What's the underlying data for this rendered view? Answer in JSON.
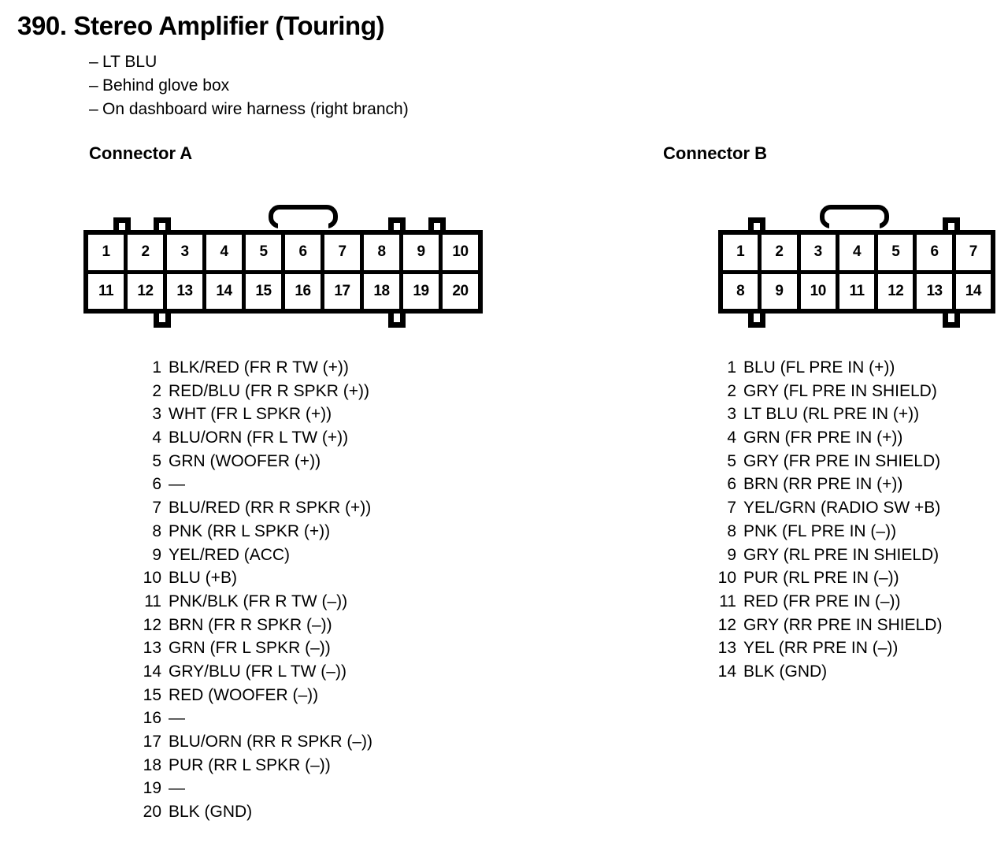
{
  "page": {
    "title": "390. Stereo Amplifier (Touring)",
    "notes": [
      "LT BLU",
      "Behind glove box",
      "On dashboard wire harness (right branch)"
    ],
    "dash": "–",
    "empty_pin_marker": "—"
  },
  "connector_a": {
    "heading": "Connector A",
    "pin_count": 20,
    "columns": 10,
    "rows": 2,
    "grid": [
      [
        "1",
        "2",
        "3",
        "4",
        "5",
        "6",
        "7",
        "8",
        "9",
        "10"
      ],
      [
        "11",
        "12",
        "13",
        "14",
        "15",
        "16",
        "17",
        "18",
        "19",
        "20"
      ]
    ],
    "pins": [
      {
        "number": "1",
        "desc": "BLK/RED (FR R TW (+))"
      },
      {
        "number": "2",
        "desc": "RED/BLU (FR R SPKR (+))"
      },
      {
        "number": "3",
        "desc": "WHT (FR L SPKR (+))"
      },
      {
        "number": "4",
        "desc": "BLU/ORN (FR L TW (+))"
      },
      {
        "number": "5",
        "desc": "GRN (WOOFER (+))"
      },
      {
        "number": "6",
        "desc": "—"
      },
      {
        "number": "7",
        "desc": "BLU/RED (RR R SPKR (+))"
      },
      {
        "number": "8",
        "desc": "PNK (RR L SPKR (+))"
      },
      {
        "number": "9",
        "desc": "YEL/RED (ACC)"
      },
      {
        "number": "10",
        "desc": "BLU (+B)"
      },
      {
        "number": "11",
        "desc": "PNK/BLK (FR R TW (–))"
      },
      {
        "number": "12",
        "desc": "BRN (FR R SPKR (–))"
      },
      {
        "number": "13",
        "desc": "GRN (FR L SPKR (–))"
      },
      {
        "number": "14",
        "desc": "GRY/BLU (FR L TW (–))"
      },
      {
        "number": "15",
        "desc": "RED (WOOFER (–))"
      },
      {
        "number": "16",
        "desc": "—"
      },
      {
        "number": "17",
        "desc": "BLU/ORN (RR R SPKR (–))"
      },
      {
        "number": "18",
        "desc": "PUR (RR L SPKR (–))"
      },
      {
        "number": "19",
        "desc": "—"
      },
      {
        "number": "20",
        "desc": "BLK (GND)"
      }
    ]
  },
  "connector_b": {
    "heading": "Connector B",
    "pin_count": 14,
    "columns": 7,
    "rows": 2,
    "grid": [
      [
        "1",
        "2",
        "3",
        "4",
        "5",
        "6",
        "7"
      ],
      [
        "8",
        "9",
        "10",
        "11",
        "12",
        "13",
        "14"
      ]
    ],
    "pins": [
      {
        "number": "1",
        "desc": "BLU (FL PRE IN (+))"
      },
      {
        "number": "2",
        "desc": "GRY (FL PRE IN SHIELD)"
      },
      {
        "number": "3",
        "desc": "LT BLU (RL PRE IN (+))"
      },
      {
        "number": "4",
        "desc": "GRN (FR PRE IN (+))"
      },
      {
        "number": "5",
        "desc": "GRY (FR PRE IN SHIELD)"
      },
      {
        "number": "6",
        "desc": "BRN (RR PRE IN (+))"
      },
      {
        "number": "7",
        "desc": "YEL/GRN (RADIO SW +B)"
      },
      {
        "number": "8",
        "desc": "PNK (FL PRE IN (–))"
      },
      {
        "number": "9",
        "desc": "GRY (RL PRE IN SHIELD)"
      },
      {
        "number": "10",
        "desc": "PUR (RL PRE IN (–))"
      },
      {
        "number": "11",
        "desc": "RED (FR PRE IN (–))"
      },
      {
        "number": "12",
        "desc": "GRY (RR PRE IN SHIELD)"
      },
      {
        "number": "13",
        "desc": "YEL (RR PRE IN (–))"
      },
      {
        "number": "14",
        "desc": "BLK (GND)"
      }
    ]
  },
  "colors": {
    "ink": "#000000",
    "paper": "#ffffff"
  }
}
